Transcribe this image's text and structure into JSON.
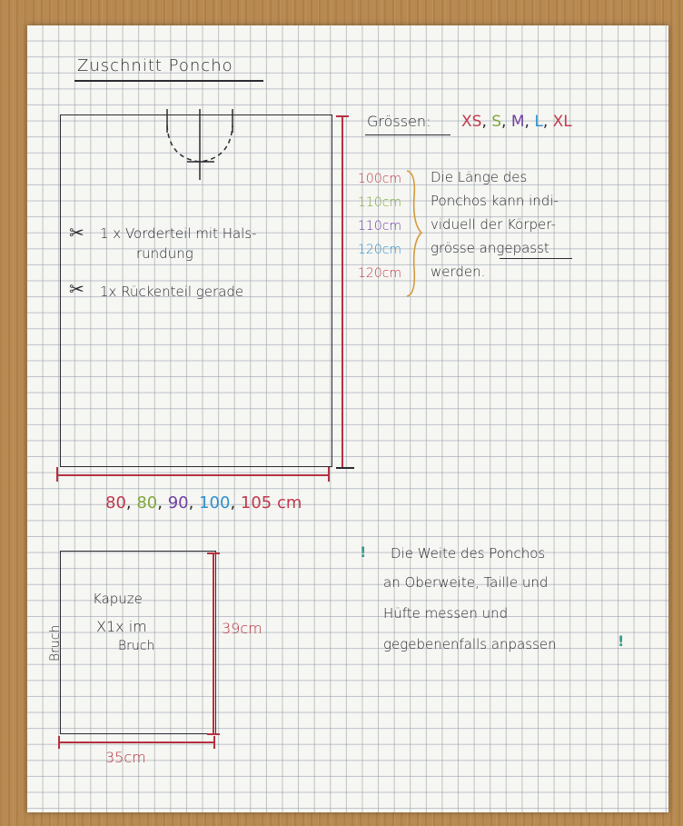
{
  "title": "Zuschnitt Poncho",
  "main_piece": {
    "line1": "1 x Vorderteil mit Hals-",
    "line1b": "rundung",
    "line2": "1x Rückenteil gerade"
  },
  "sizes": {
    "label": "Grössen:",
    "items": [
      {
        "text": "XS",
        "color": "#c0394c"
      },
      {
        "text": "S",
        "color": "#7fa73c"
      },
      {
        "text": "M",
        "color": "#6e3fa3"
      },
      {
        "text": "L",
        "color": "#2e8fd0"
      },
      {
        "text": "XL",
        "color": "#c0394c"
      }
    ]
  },
  "lengths": [
    {
      "text": "100cm",
      "color": "#c0394c"
    },
    {
      "text": "110cm",
      "color": "#7fa73c"
    },
    {
      "text": "110cm",
      "color": "#6e3fa3"
    },
    {
      "text": "120cm",
      "color": "#2e8fd0"
    },
    {
      "text": "120cm",
      "color": "#c0394c"
    }
  ],
  "length_note": [
    "Die Länge des",
    "Ponchos kann indi-",
    "viduell der Körper-",
    "grösse angepasst",
    "werden."
  ],
  "widths": [
    {
      "text": "80",
      "color": "#c0394c"
    },
    {
      "text": "80",
      "color": "#7fa73c"
    },
    {
      "text": "90",
      "color": "#6e3fa3"
    },
    {
      "text": "100",
      "color": "#2e8fd0"
    },
    {
      "text": "105",
      "color": "#c0394c"
    }
  ],
  "width_unit": "cm",
  "hood": {
    "label": "Kapuze",
    "count": "X1x im",
    "fold": "Bruch",
    "side_fold": "Bruch",
    "height": "39cm",
    "width": "35cm"
  },
  "note": [
    "Die Weite des Ponchos",
    "an Oberweite, Taille und",
    "Hüfte messen und",
    "gegebenenfalls anpassen"
  ],
  "colors": {
    "ink": "#2b2b30",
    "red": "#b5313f",
    "teal": "#3a9a8f"
  }
}
